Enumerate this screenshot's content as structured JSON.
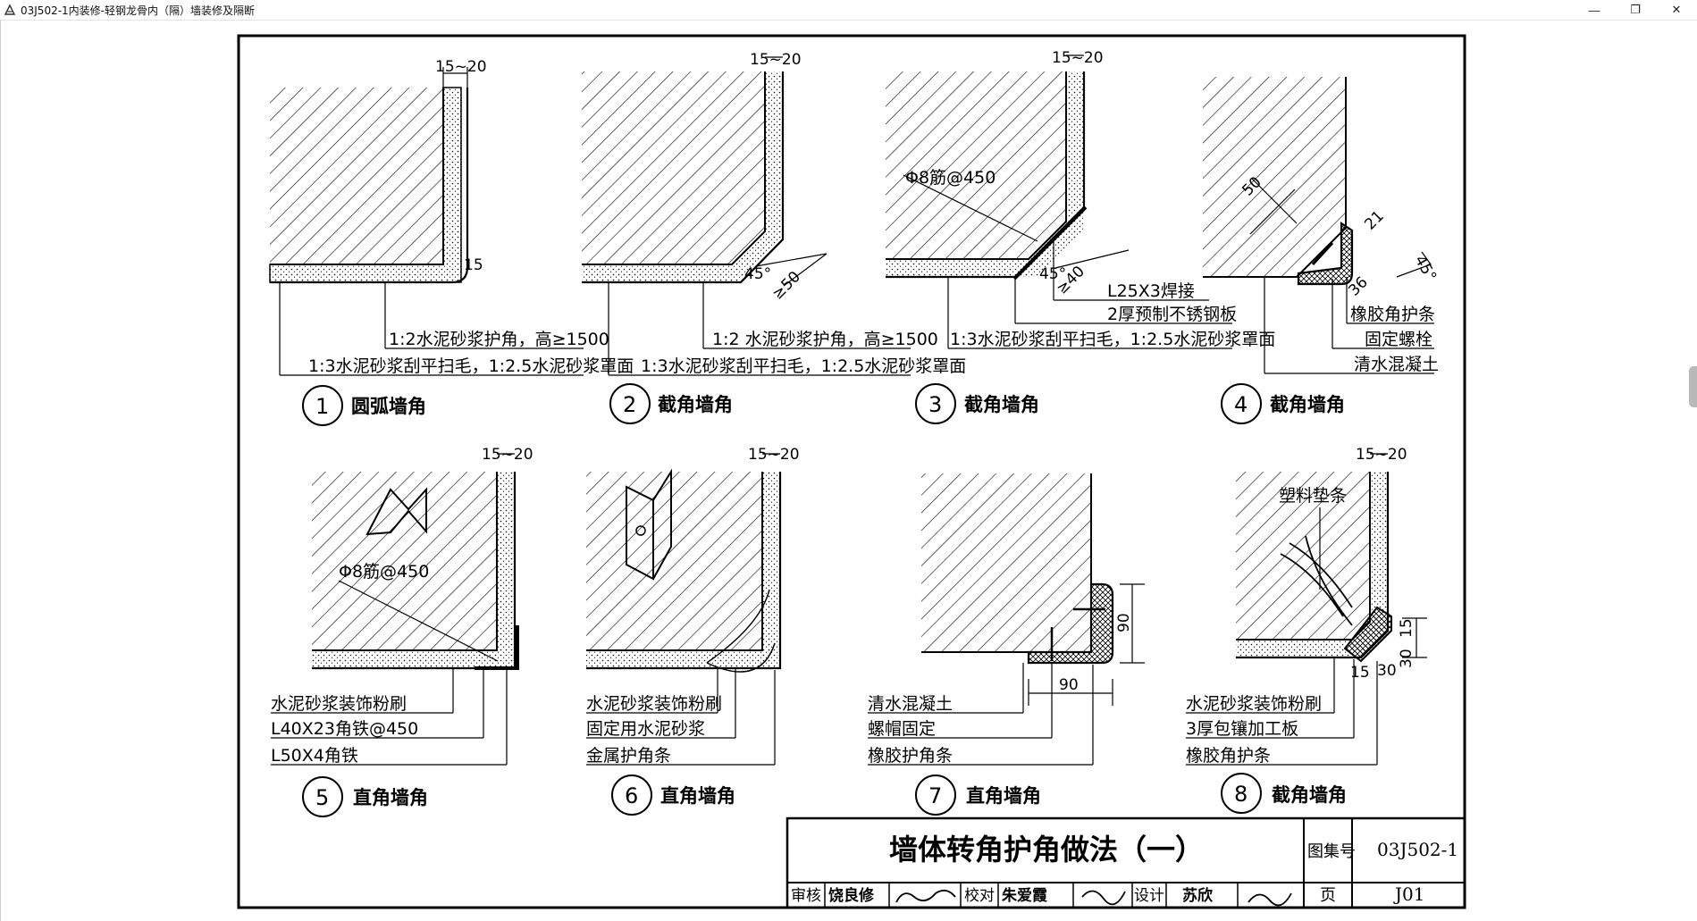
{
  "window": {
    "title": "03J502-1内装修-轻钢龙骨内（隔）墙装修及隔断",
    "minimize": "—",
    "restore": "❐",
    "close": "✕"
  },
  "sheet": {
    "title": "墙体转角护角做法（一）",
    "atlas_label": "图集号",
    "atlas_no": "03J502-1",
    "page_label": "页",
    "page_no": "J01",
    "review_label": "审核",
    "reviewer": "饶良修",
    "check_label": "校对",
    "checker": "朱爱霞",
    "design_label": "设计",
    "designer": "苏欣"
  },
  "details": [
    {
      "num": "1",
      "caption": "圆弧墙角",
      "dim_top": "15~20",
      "dim_side": "15",
      "notes": [
        "1:2水泥砂浆护角，高≥1500",
        "1:3水泥砂浆刮平扫毛，1:2.5水泥砂浆罩面"
      ]
    },
    {
      "num": "2",
      "caption": "截角墙角",
      "dim_top": "15~20",
      "dim_angle": "45°",
      "dim_len": "≥50",
      "notes": [
        "1:2  水泥砂浆护角，高≥1500",
        "1:3水泥砂浆刮平扫毛，1:2.5水泥砂浆罩面"
      ]
    },
    {
      "num": "3",
      "caption": "截角墙角",
      "dim_top": "15~20",
      "dim_angle": "45°",
      "dim_len": "≥40",
      "rebar": "Φ8筋@450",
      "notes": [
        "L25X3焊接",
        "2厚预制不锈钢板",
        "1:3水泥砂浆刮平扫毛，1:2.5水泥砂浆罩面"
      ]
    },
    {
      "num": "4",
      "caption": "截角墙角",
      "dim_a": "50",
      "dim_b": "21",
      "dim_c": "36",
      "dim_angle": "45°",
      "notes": [
        "橡胶角护条",
        "固定螺栓",
        "清水混凝土"
      ]
    },
    {
      "num": "5",
      "caption": "直角墙角",
      "dim_top": "15~20",
      "rebar": "Φ8筋@450",
      "notes": [
        "水泥砂浆装饰粉刷",
        "L40X23角铁@450",
        "L50X4角铁"
      ]
    },
    {
      "num": "6",
      "caption": "直角墙角",
      "dim_top": "15~20",
      "notes": [
        "水泥砂浆装饰粉刷",
        "固定用水泥砂浆",
        "金属护角条"
      ]
    },
    {
      "num": "7",
      "caption": "直角墙角",
      "dim_v": "90",
      "dim_h": "90",
      "notes": [
        "清水混凝土",
        "螺帽固定",
        "橡胶护角条"
      ]
    },
    {
      "num": "8",
      "caption": "截角墙角",
      "dim_top": "15~20",
      "top_note": "塑料垫条",
      "dim_15": "15",
      "dim_30": "30",
      "dim_b15": "15",
      "dim_b30": "30",
      "notes": [
        "水泥砂浆装饰粉刷",
        "3厚包镶加工板",
        "橡胶角护条"
      ]
    }
  ]
}
